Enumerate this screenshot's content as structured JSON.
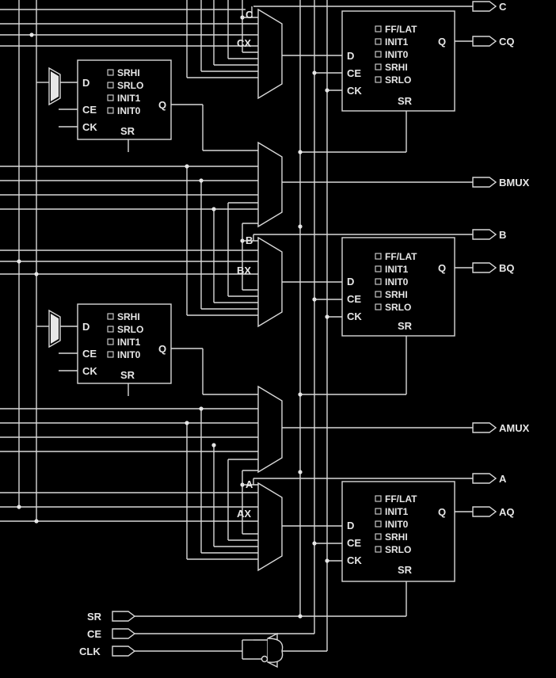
{
  "outputs": {
    "c": "C",
    "cq": "CQ",
    "bmux": "BMUX",
    "b": "B",
    "bq": "BQ",
    "amux": "AMUX",
    "a": "A",
    "aq": "AQ"
  },
  "mux_labels": {
    "c": "C",
    "cx": "CX",
    "b": "B",
    "bx": "BX",
    "a": "A",
    "ax": "AX"
  },
  "flipflop": {
    "options": [
      "FF/LAT",
      "INIT1",
      "INIT0",
      "SRHI",
      "SRLO"
    ],
    "d": "D",
    "ce": "CE",
    "ck": "CK",
    "q": "Q",
    "sr": "SR"
  },
  "latch": {
    "options": [
      "SRHI",
      "SRLO",
      "INIT1",
      "INIT0"
    ],
    "d": "D",
    "ce": "CE",
    "ck": "CK",
    "q": "Q",
    "sr": "SR"
  },
  "inputs": {
    "sr": "SR",
    "ce": "CE",
    "clk": "CLK"
  },
  "colors": {
    "background": "#000000",
    "line": "#d8d8d8",
    "text": "#e6e6e6"
  }
}
